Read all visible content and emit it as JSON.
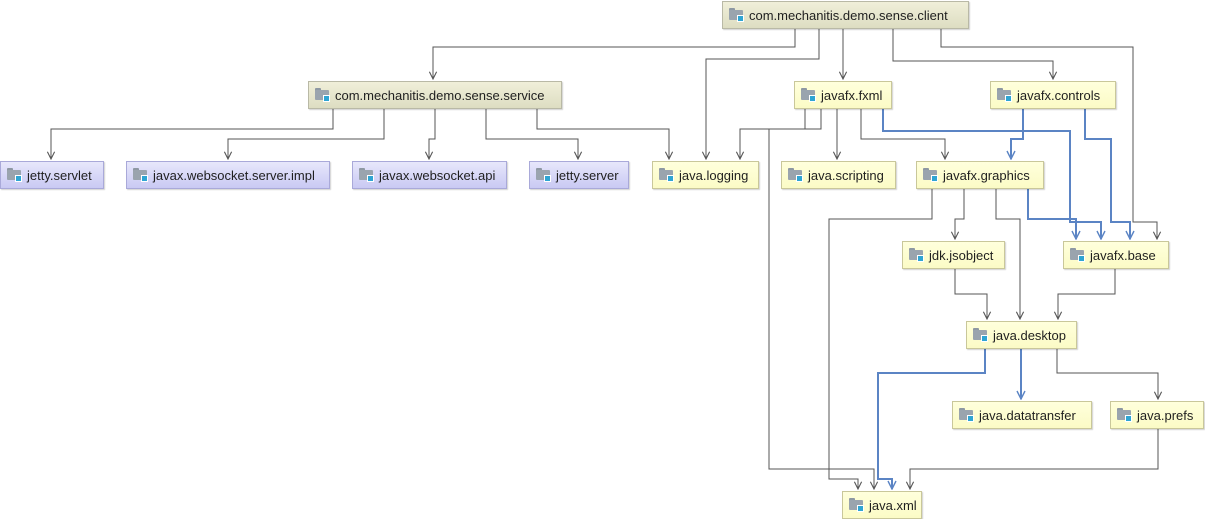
{
  "modules": [
    {
      "id": "client",
      "label": "com.mechanitis.demo.sense.client",
      "kind": "root"
    },
    {
      "id": "service",
      "label": "com.mechanitis.demo.sense.service",
      "kind": "root"
    },
    {
      "id": "fxml",
      "label": "javafx.fxml",
      "kind": "jdk"
    },
    {
      "id": "controls",
      "label": "javafx.controls",
      "kind": "jdk"
    },
    {
      "id": "jettyservlet",
      "label": "jetty.servlet",
      "kind": "library"
    },
    {
      "id": "wsimpl",
      "label": "javax.websocket.server.impl",
      "kind": "library"
    },
    {
      "id": "wsapi",
      "label": "javax.websocket.api",
      "kind": "library"
    },
    {
      "id": "jettyserver",
      "label": "jetty.server",
      "kind": "library"
    },
    {
      "id": "logging",
      "label": "java.logging",
      "kind": "jdk"
    },
    {
      "id": "scripting",
      "label": "java.scripting",
      "kind": "jdk"
    },
    {
      "id": "graphics",
      "label": "javafx.graphics",
      "kind": "jdk"
    },
    {
      "id": "jsobject",
      "label": "jdk.jsobject",
      "kind": "jdk"
    },
    {
      "id": "base",
      "label": "javafx.base",
      "kind": "jdk"
    },
    {
      "id": "desktop",
      "label": "java.desktop",
      "kind": "jdk"
    },
    {
      "id": "datatransfer",
      "label": "java.datatransfer",
      "kind": "jdk"
    },
    {
      "id": "prefs",
      "label": "java.prefs",
      "kind": "jdk"
    },
    {
      "id": "xml",
      "label": "java.xml",
      "kind": "jdk"
    }
  ],
  "dependencies": [
    {
      "from": "client",
      "to": "service",
      "transitive": false
    },
    {
      "from": "client",
      "to": "logging",
      "transitive": false
    },
    {
      "from": "client",
      "to": "fxml",
      "transitive": false
    },
    {
      "from": "client",
      "to": "controls",
      "transitive": false
    },
    {
      "from": "client",
      "to": "base",
      "transitive": false
    },
    {
      "from": "service",
      "to": "jettyservlet",
      "transitive": false
    },
    {
      "from": "service",
      "to": "wsimpl",
      "transitive": false
    },
    {
      "from": "service",
      "to": "wsapi",
      "transitive": false
    },
    {
      "from": "service",
      "to": "jettyserver",
      "transitive": false
    },
    {
      "from": "service",
      "to": "logging",
      "transitive": false
    },
    {
      "from": "fxml",
      "to": "logging",
      "transitive": false
    },
    {
      "from": "fxml",
      "to": "xml",
      "transitive": false
    },
    {
      "from": "fxml",
      "to": "scripting",
      "transitive": false
    },
    {
      "from": "fxml",
      "to": "graphics",
      "transitive": false
    },
    {
      "from": "fxml",
      "to": "base",
      "transitive": true
    },
    {
      "from": "controls",
      "to": "graphics",
      "transitive": true
    },
    {
      "from": "controls",
      "to": "base",
      "transitive": true
    },
    {
      "from": "graphics",
      "to": "xml",
      "transitive": false
    },
    {
      "from": "graphics",
      "to": "jsobject",
      "transitive": false
    },
    {
      "from": "graphics",
      "to": "desktop",
      "transitive": false
    },
    {
      "from": "graphics",
      "to": "base",
      "transitive": true
    },
    {
      "from": "jsobject",
      "to": "desktop",
      "transitive": false
    },
    {
      "from": "base",
      "to": "desktop",
      "transitive": false
    },
    {
      "from": "desktop",
      "to": "xml",
      "transitive": true
    },
    {
      "from": "desktop",
      "to": "datatransfer",
      "transitive": true
    },
    {
      "from": "desktop",
      "to": "prefs",
      "transitive": false
    },
    {
      "from": "prefs",
      "to": "xml",
      "transitive": false
    }
  ],
  "colors": {
    "edge": "#555555",
    "transitive_edge": "#5b84c4",
    "root_fill": "#e8e7cf",
    "jdk_fill": "#fdfdd0",
    "library_fill": "#d8d8f7",
    "module_icon": "#2fa5d3"
  }
}
